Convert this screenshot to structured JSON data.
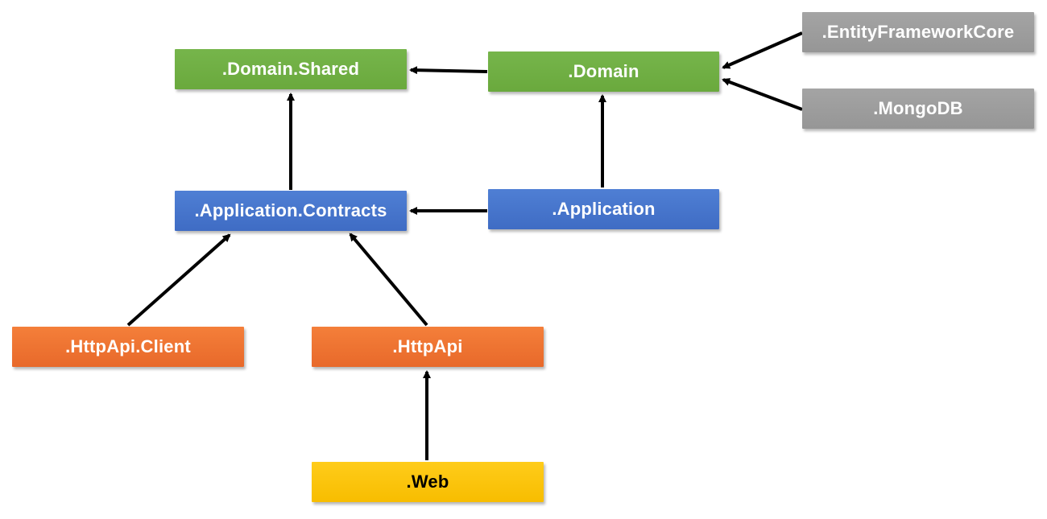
{
  "diagram": {
    "nodes": {
      "domain_shared": ".Domain.Shared",
      "domain": ".Domain",
      "efcore": ".EntityFrameworkCore",
      "mongodb": ".MongoDB",
      "application_contracts": ".Application.Contracts",
      "application": ".Application",
      "httpapi_client": ".HttpApi.Client",
      "httpapi": ".HttpApi",
      "web": ".Web"
    },
    "colors": {
      "domain_layer": "#70ad47",
      "application_layer": "#4472c4",
      "api_layer": "#ed7d31",
      "infrastructure_layer": "#a5a5a5",
      "presentation_layer": "#ffc000",
      "arrow": "#000000"
    },
    "edges": [
      {
        "from": "domain",
        "to": "domain_shared"
      },
      {
        "from": "efcore",
        "to": "domain"
      },
      {
        "from": "mongodb",
        "to": "domain"
      },
      {
        "from": "application_contracts",
        "to": "domain_shared"
      },
      {
        "from": "application",
        "to": "domain"
      },
      {
        "from": "application",
        "to": "application_contracts"
      },
      {
        "from": "httpapi_client",
        "to": "application_contracts"
      },
      {
        "from": "httpapi",
        "to": "application_contracts"
      },
      {
        "from": "web",
        "to": "httpapi"
      }
    ]
  }
}
